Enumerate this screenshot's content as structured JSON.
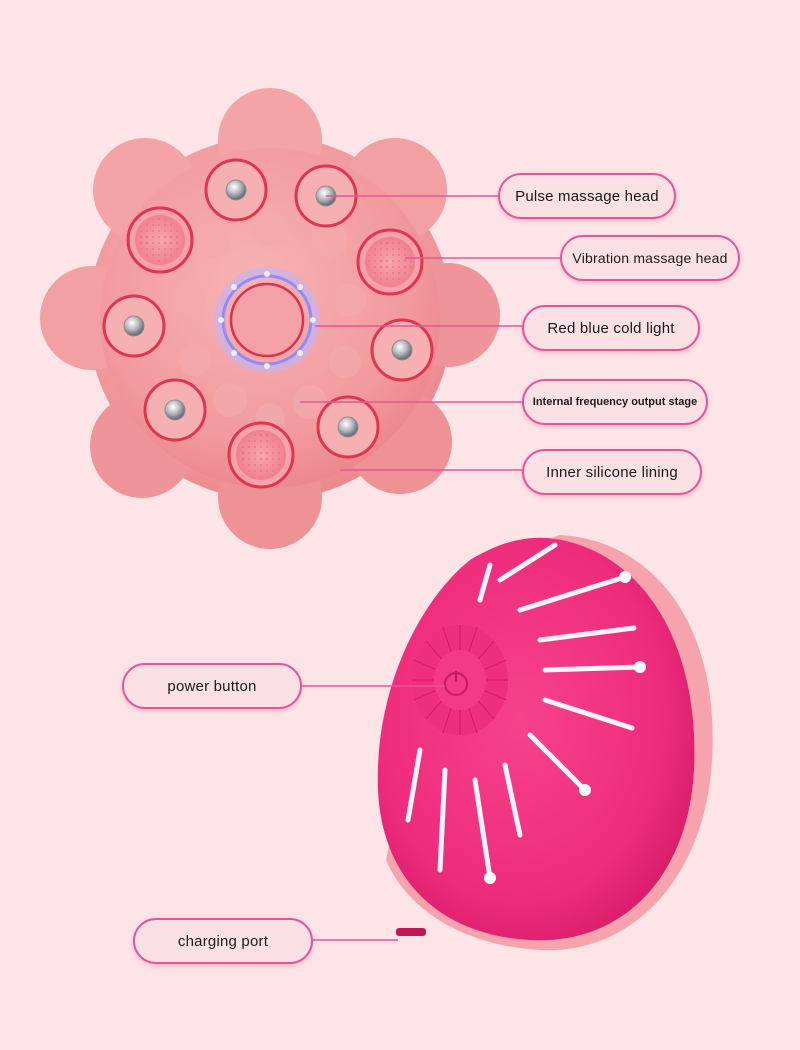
{
  "callouts": {
    "pulse_massage_head": "Pulse massage head",
    "vibration_massage_head": "Vibration massage head",
    "red_blue_cold_light": "Red blue cold light",
    "internal_frequency_output_stage": "Internal frequency output stage",
    "inner_silicone_lining": "Inner silicone lining",
    "power_button": "power button",
    "charging_port": "charging port"
  },
  "colors": {
    "background": "#fde4e7",
    "top_body": "#f39a9e",
    "massage_head_ring": "#e2354f",
    "light_ring": "#8c8cff",
    "bottom_shell": "#f0307f",
    "leader_line": "#e9539a"
  }
}
